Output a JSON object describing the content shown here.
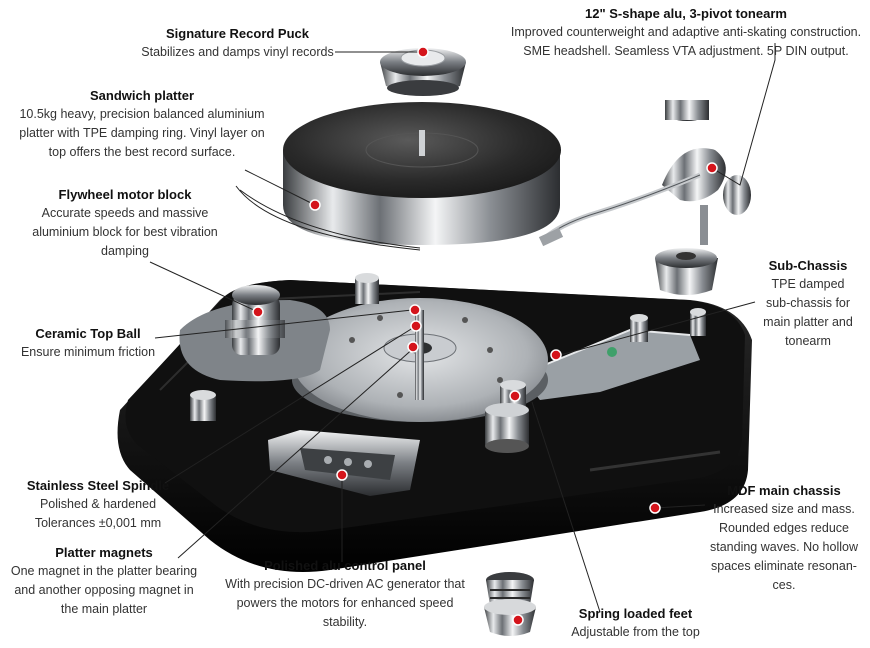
{
  "colors": {
    "marker": "#d4141b",
    "leader": "#222222",
    "base": "#0d0d0d",
    "chrome": "#b8bcc0"
  },
  "annotations": {
    "puck": {
      "title": "Signature Record Puck",
      "desc": "Stabilizes and damps vinyl records"
    },
    "tonearm": {
      "title": "12\" S-shape alu, 3-pivot tonearm",
      "desc": "Improved counterweight and adaptive anti-skating construction.\nSME headshell. Seamless VTA adjustment. 5P DIN output."
    },
    "platter": {
      "title": "Sandwich platter",
      "desc": "10.5kg heavy, precision balanced aluminium\nplatter with TPE damping ring. Vinyl layer on\ntop offers the best record surface."
    },
    "flywheel": {
      "title": "Flywheel motor block",
      "desc": "Accurate speeds and massive\naluminium block for best vibration\ndamping"
    },
    "subchassis": {
      "title": "Sub-Chassis",
      "desc": "TPE damped\nsub-chassis for\nmain platter and\ntonearm"
    },
    "ceramic": {
      "title": "Ceramic Top Ball",
      "desc": "Ensure minimum friction"
    },
    "spindle": {
      "title": "Stainless Steel Spindle",
      "desc": "Polished & hardened\nTolerances ±0,001 mm"
    },
    "mdf": {
      "title": "MDF main chassis",
      "desc": "Increased size and mass.\nRounded edges reduce\nstanding waves. No hollow\nspaces eliminate resonan-\nces."
    },
    "magnets": {
      "title": "Platter magnets",
      "desc": "One magnet in the platter bearing\nand another opposing magnet in\nthe main platter"
    },
    "control": {
      "title": "Polished alu control panel",
      "desc": "With precision DC-driven AC generator that\npowers the motors for enhanced speed\nstability."
    },
    "feet": {
      "title": "Spring loaded feet",
      "desc": "Adjustable from the top"
    }
  }
}
